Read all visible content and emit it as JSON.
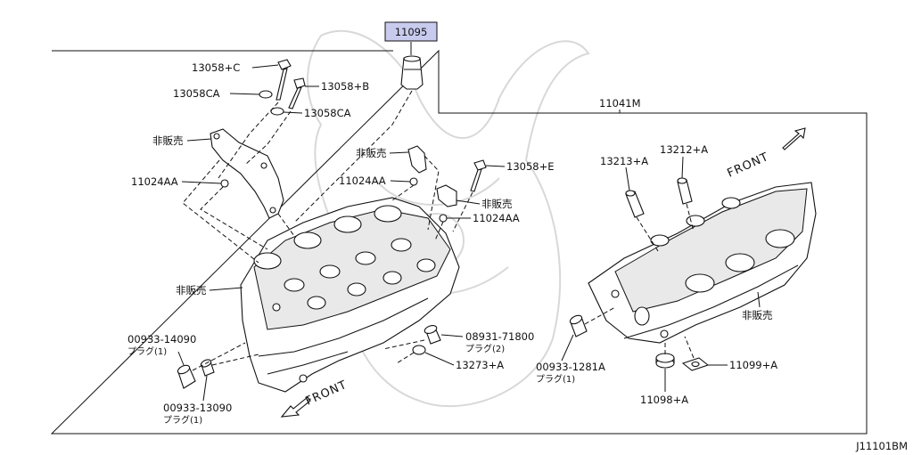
{
  "diagram": {
    "highlighted_part": "11095",
    "drawing_code": "J11101BM",
    "parts": {
      "p13058c": "13058+C",
      "p13058b": "13058+B",
      "p13058ca_1": "13058CA",
      "p13058ca_2": "13058CA",
      "hihanbai_1": "非販売",
      "p11024aa_1": "11024AA",
      "p11041m": "11041M",
      "hihanbai_2": "非販売",
      "p13058e": "13058+E",
      "p11024aa_2": "11024AA",
      "hihanbai_3": "非販売",
      "p11024aa_3": "11024AA",
      "p13213a": "13213+A",
      "p13212a": "13212+A",
      "hihanbai_4": "非販売",
      "hihanbai_5": "非販売",
      "p00933_14090": "00933-14090",
      "plug1_a": "プラグ(1)",
      "p08931_71800": "08931-71800",
      "plug2": "プラグ(2)",
      "p13273a": "13273+A",
      "p00933_1281a": "00933-1281A",
      "plug1_b": "プラグ(1)",
      "p00933_13090": "00933-13090",
      "plug1_c": "プラグ(1)",
      "p11098a": "11098+A",
      "p11099a": "11099+A"
    },
    "front_labels": {
      "left": "FRONT",
      "right": "FRONT"
    }
  }
}
